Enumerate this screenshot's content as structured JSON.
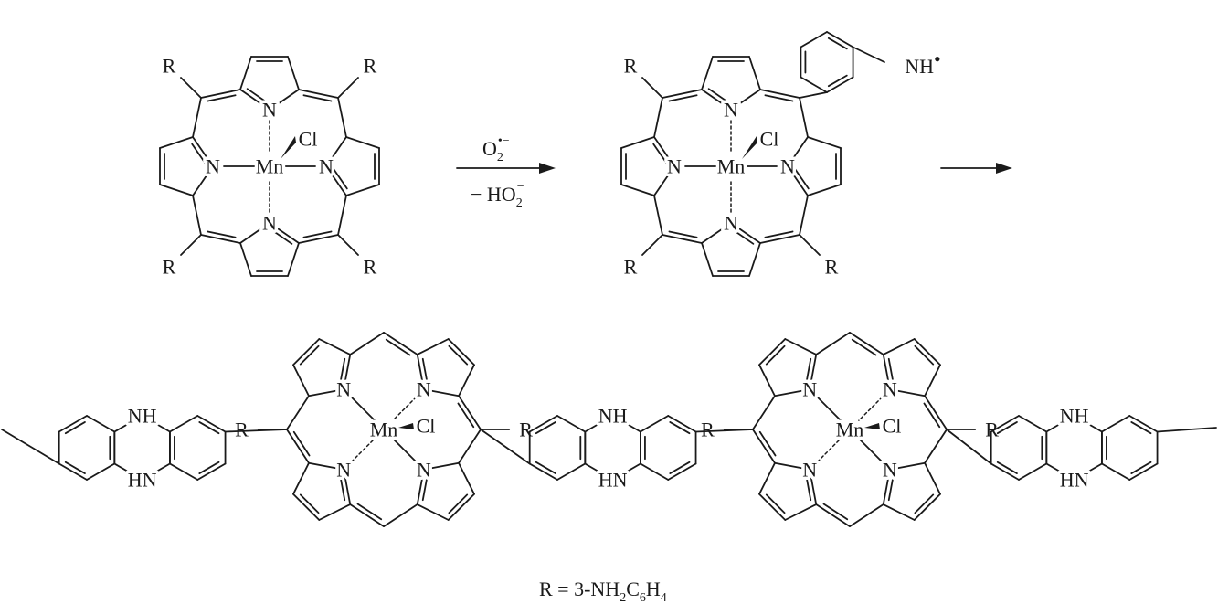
{
  "atoms": {
    "N": "N",
    "Mn": "Mn",
    "Cl": "Cl",
    "R": "R",
    "NH": "NH",
    "HN": "HN"
  },
  "radical": {
    "text": "NH",
    "dot": "•"
  },
  "reaction": {
    "reagent": {
      "base": "O",
      "sub": "2",
      "sup": "•−"
    },
    "byproduct": {
      "base": "− HO",
      "sub": "2",
      "sup": "−"
    }
  },
  "legend": {
    "lhs": "R = 3-NH",
    "sub1": "2",
    "mid": "C",
    "sub2": "6",
    "end": "H",
    "sub3": "4"
  }
}
